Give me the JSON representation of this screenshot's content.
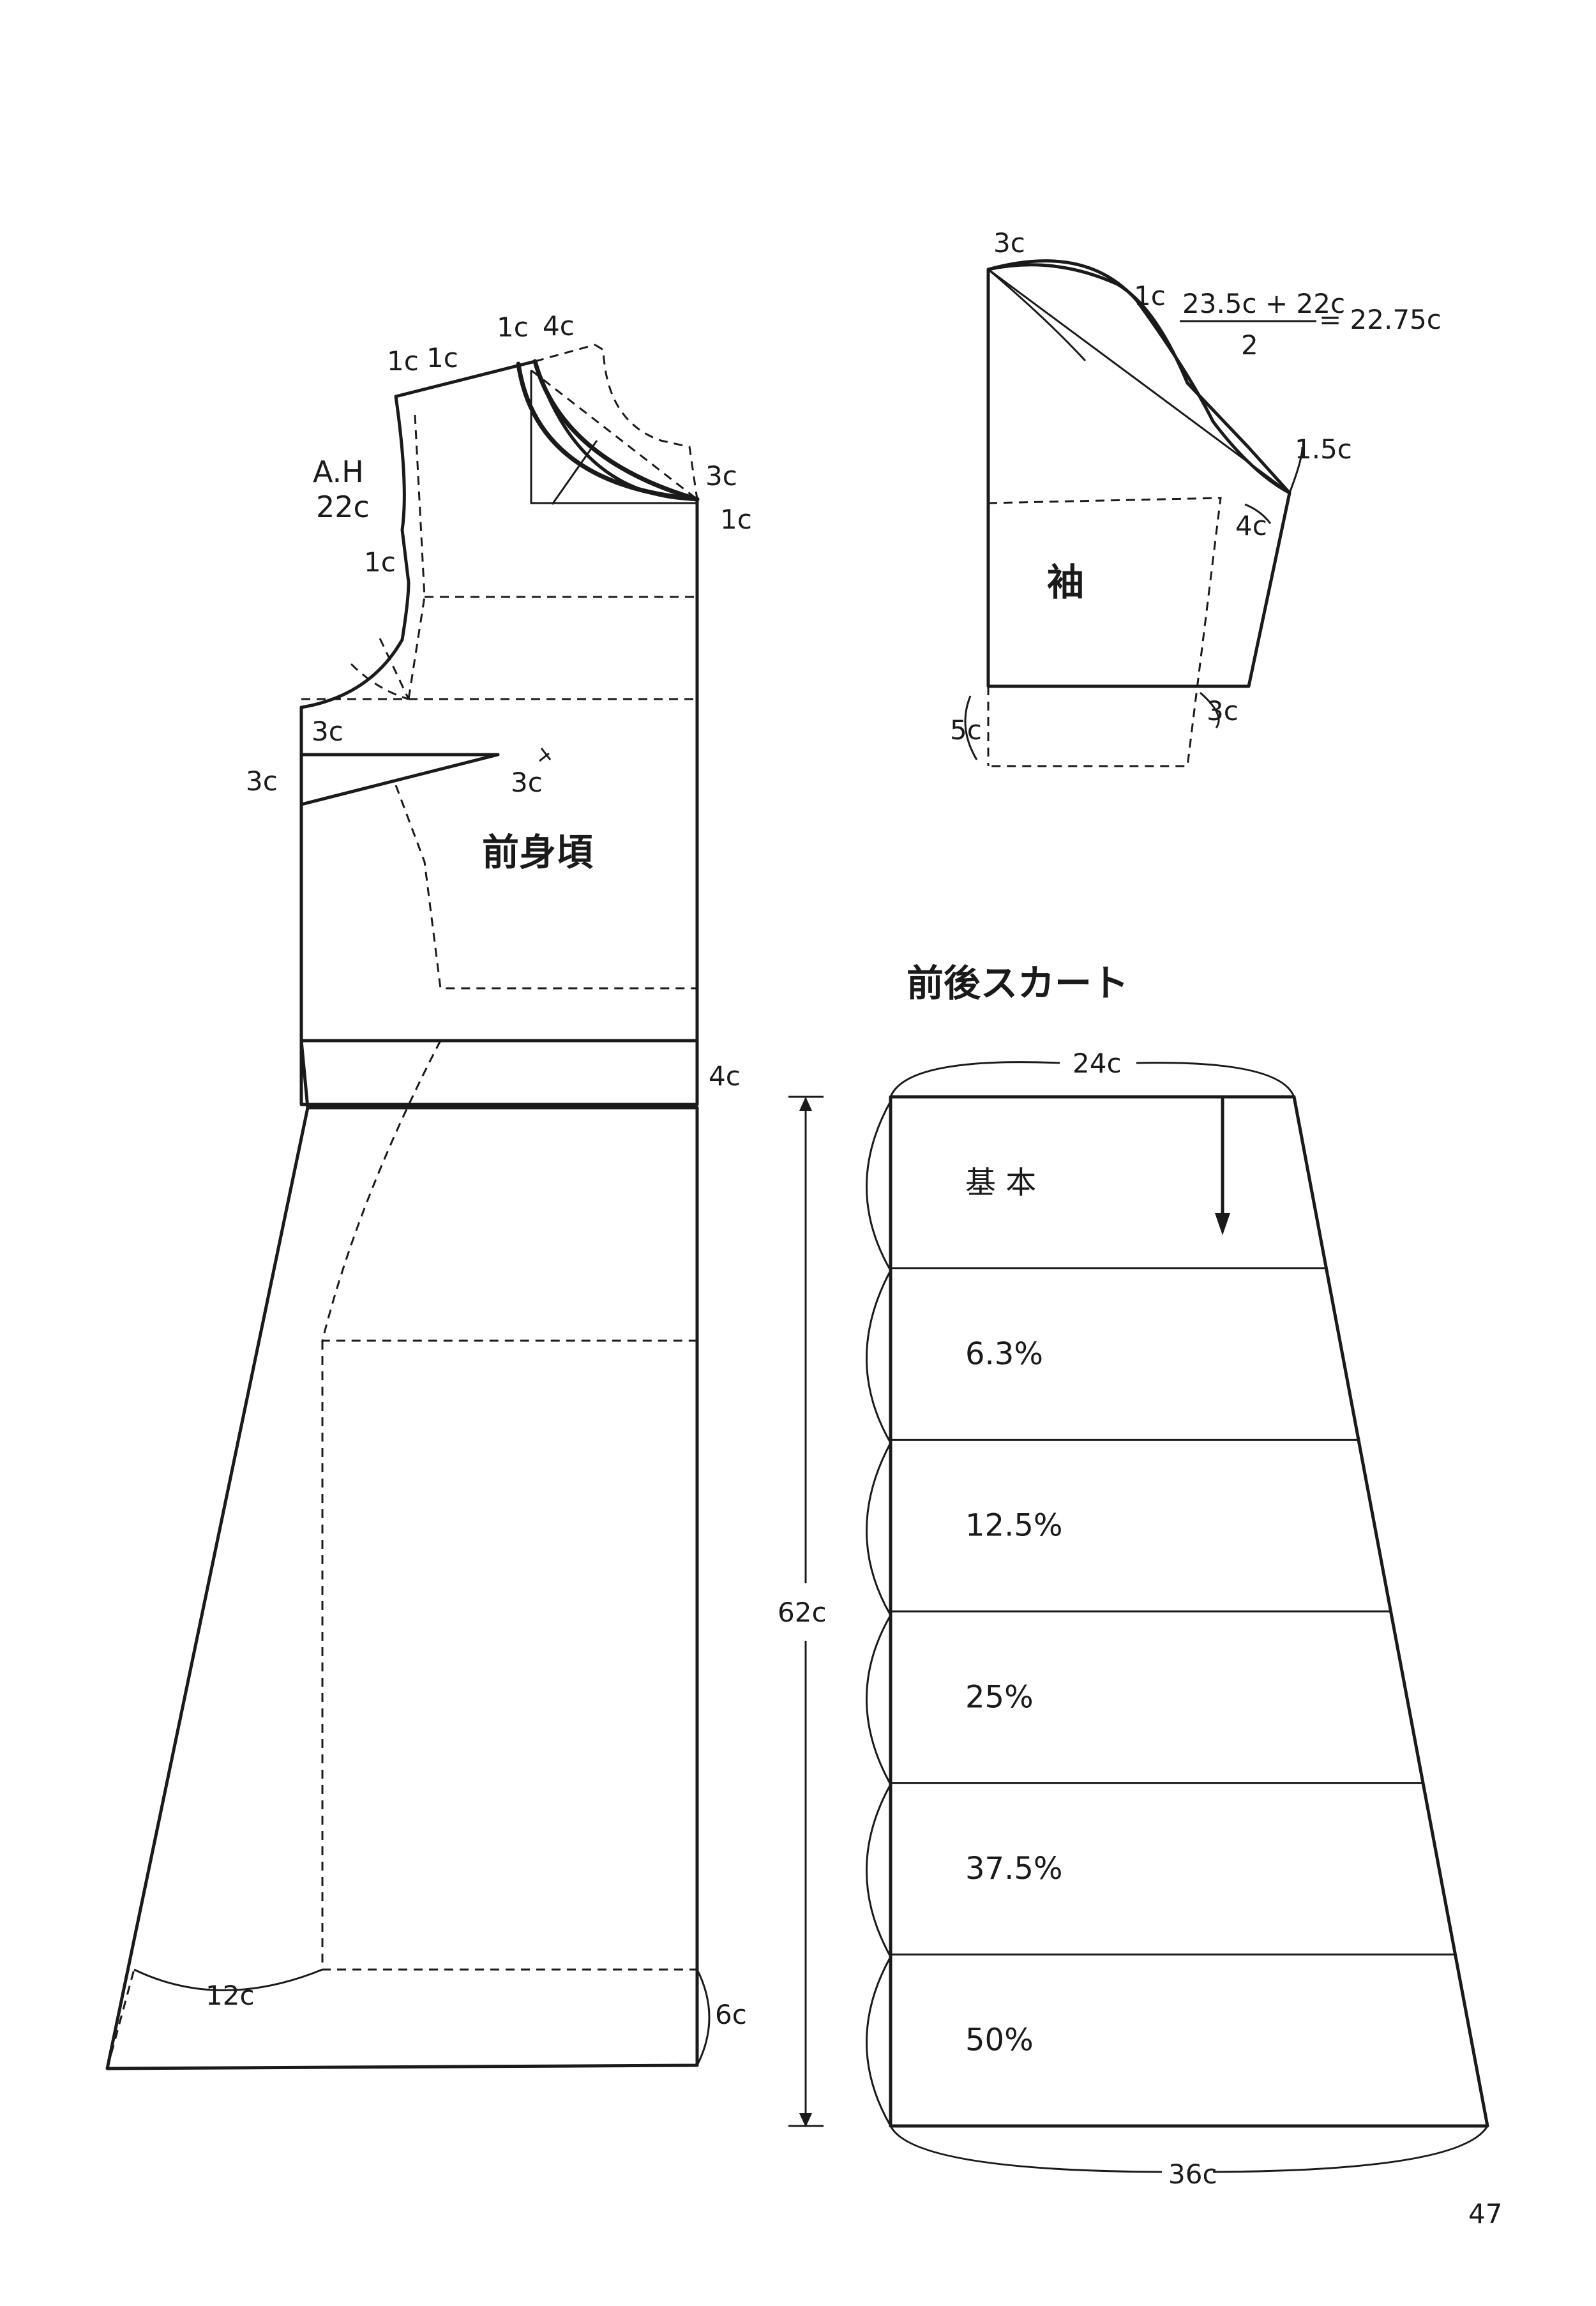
{
  "bodice": {
    "title": "前身頃",
    "labels": {
      "ah": "A.H",
      "ah_value": "22c",
      "shoulder_1c_a": "1c",
      "shoulder_1c_b": "1c",
      "neck_1c": "1c",
      "neck_4c": "4c",
      "neck_3c": "3c",
      "neck_1c_right": "1c",
      "armhole_1c": "1c",
      "side_3c": "3c",
      "dart_3c_left": "3c",
      "dart_3c_right": "3c",
      "waist_4c": "4c",
      "hem_12c": "12c",
      "hem_6c": "6c"
    }
  },
  "sleeve": {
    "title": "袖",
    "labels": {
      "top_3c": "3c",
      "cap_1c": "1c",
      "formula_numerator": "23.5c + 22c",
      "formula_denominator": "2",
      "formula_result": "= 22.75c",
      "right_1_5c": "1.5c",
      "right_4c": "4c",
      "bottom_3c": "3c",
      "left_5c": "5c"
    }
  },
  "skirt": {
    "title": "前後スカート",
    "top_width": "24c",
    "bottom_width": "36c",
    "length": "62c",
    "fill_color": "#f9e4ce",
    "bands": [
      "基 本",
      "6.3%",
      "12.5%",
      "25%",
      "37.5%",
      "50%"
    ]
  },
  "page_number": "47"
}
